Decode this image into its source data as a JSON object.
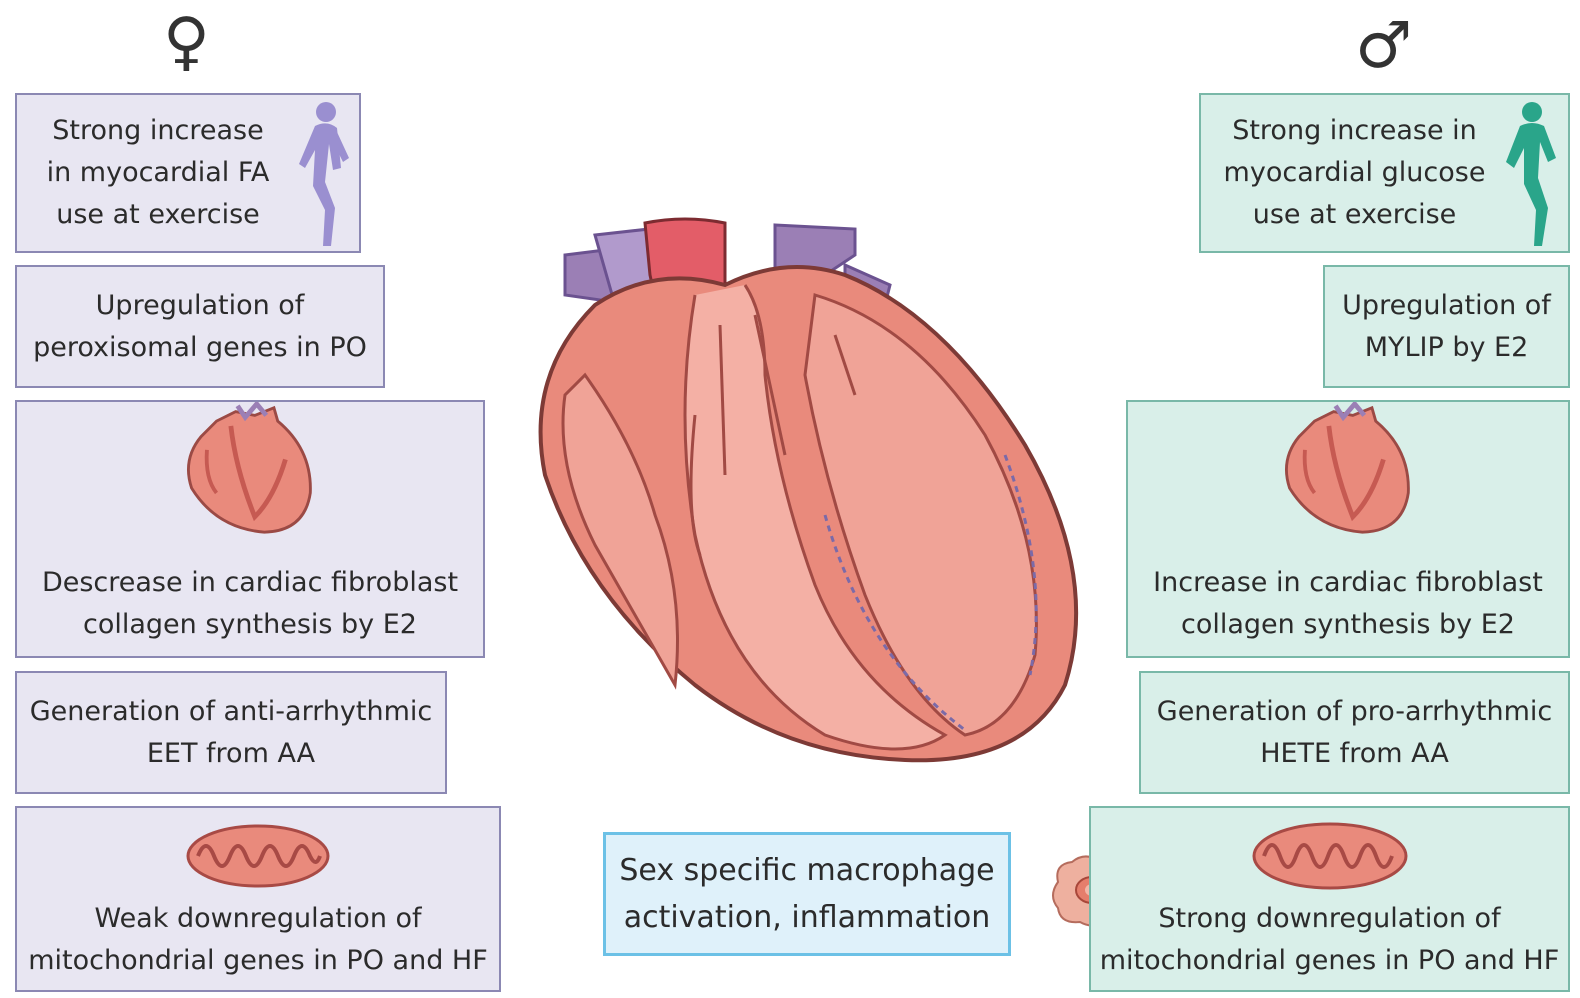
{
  "symbols": {
    "female": "♀",
    "male": "♂"
  },
  "female": {
    "exercise": [
      "Strong increase",
      "in myocardial FA",
      "use at exercise"
    ],
    "peroxisomal": [
      "Upregulation of",
      "peroxisomal genes in PO"
    ],
    "fibroblast": [
      "Descrease in cardiac fibroblast",
      "collagen synthesis by E2"
    ],
    "arrhythmic": [
      "Generation of anti-arrhythmic",
      "EET from AA"
    ],
    "mito": [
      "Weak downregulation of",
      "mitochondrial genes in PO and HF"
    ]
  },
  "male": {
    "exercise": [
      "Strong increase in",
      "myocardial glucose",
      "use at exercise"
    ],
    "mylip": [
      "Upregulation of",
      "MYLIP by E2"
    ],
    "fibroblast": [
      "Increase in cardiac fibroblast",
      "collagen synthesis by E2"
    ],
    "arrhythmic": [
      "Generation of pro-arrhythmic",
      "HETE from AA"
    ],
    "mito": [
      "Strong downregulation of",
      "mitochondrial genes in PO and HF"
    ]
  },
  "center": {
    "macrophage": [
      "Sex specific macrophage",
      "activation, inflammation"
    ]
  },
  "colors": {
    "female_fill": "#e8e6f2",
    "female_border": "#8b88b3",
    "female_runner": "#9a8fd0",
    "male_fill": "#d9efe9",
    "male_border": "#79b8a8",
    "male_runner": "#2aa58a",
    "center_fill": "#dff1fa",
    "center_border": "#6cc1e6",
    "heart": "#e98a7c",
    "heart_dark": "#c65a52",
    "vessel": "#9b7fb5"
  },
  "icons": [
    "female-symbol",
    "male-symbol",
    "runner-icon",
    "heart-icon",
    "mitochondrion-icon",
    "macrophage-icon"
  ]
}
